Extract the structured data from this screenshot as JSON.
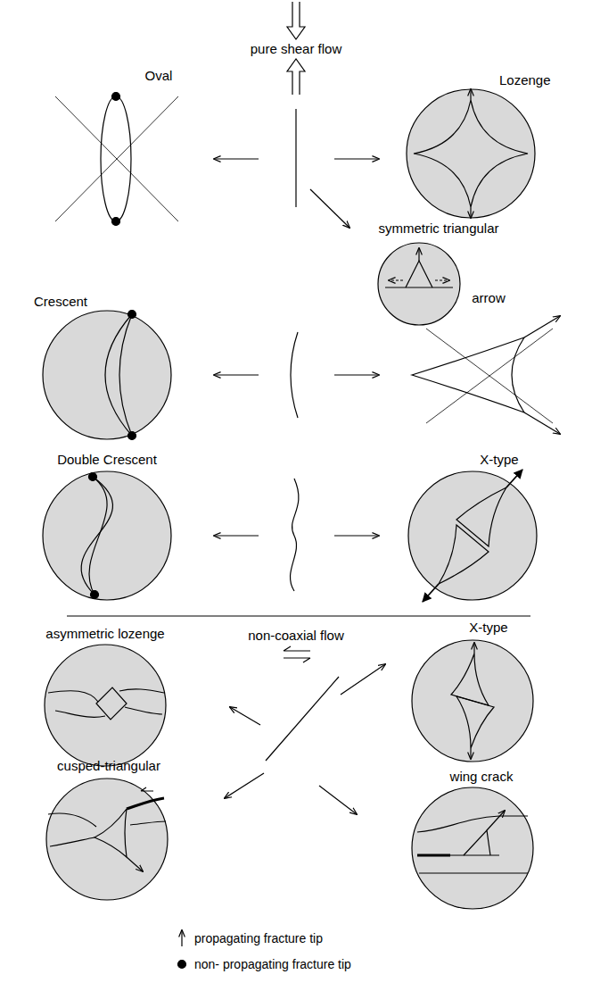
{
  "diagram": {
    "labels": [
      "pure shear flow",
      "Oval",
      "Lozenge",
      "symmetric triangular",
      "Crescent",
      "arrow",
      "Double Crescent",
      "X-type",
      "non-coaxial flow",
      "asymmetric lozenge",
      "X-type",
      "cusped-triangular",
      "wing crack"
    ],
    "legend": [
      {
        "text": "propagating fracture tip"
      },
      {
        "text": "non- propagating fracture tip"
      }
    ]
  }
}
